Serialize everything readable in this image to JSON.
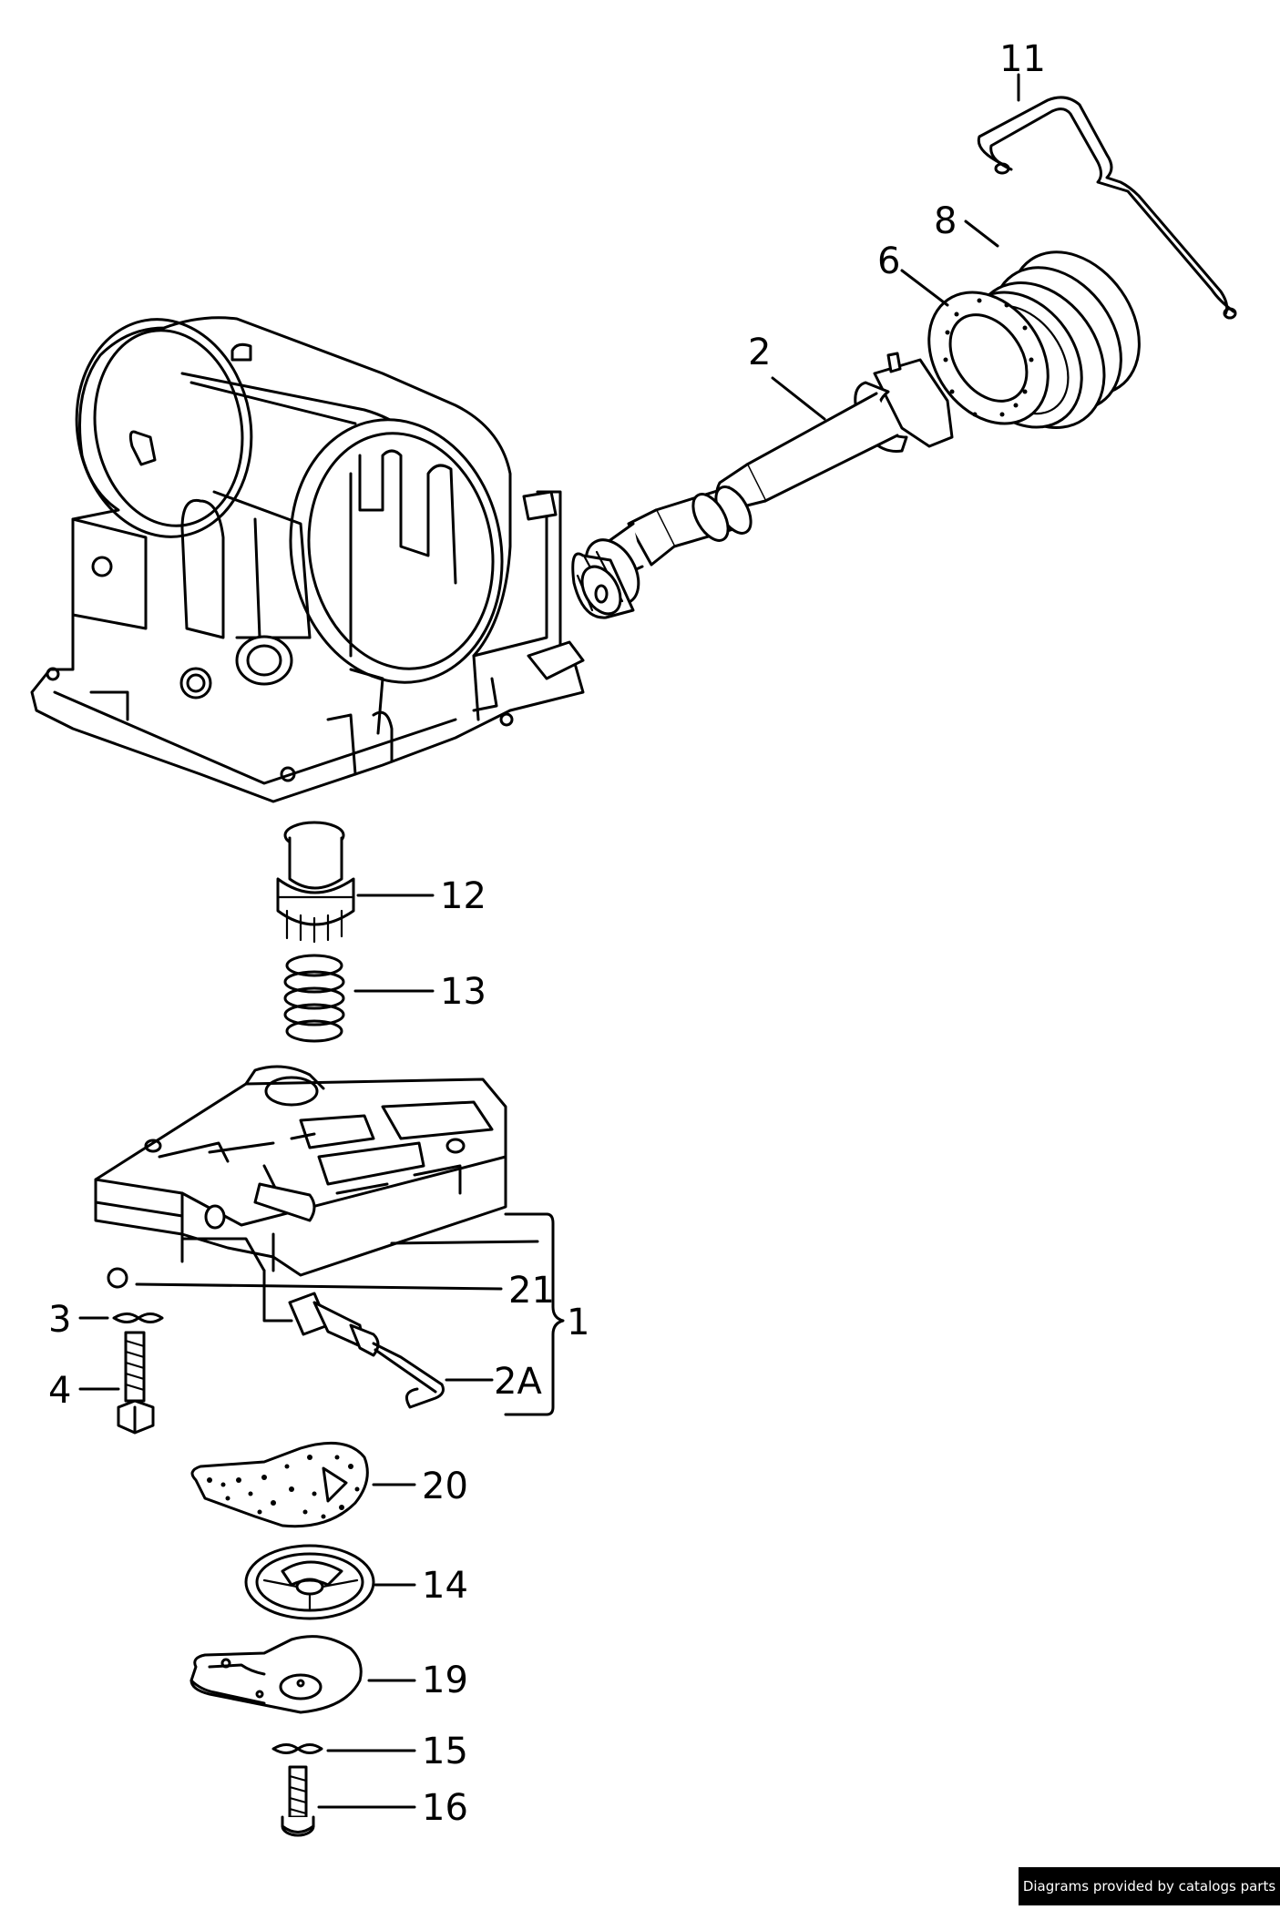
{
  "callouts": [
    {
      "id": "c11",
      "label": "11"
    },
    {
      "id": "c8",
      "label": "8"
    },
    {
      "id": "c6",
      "label": "6"
    },
    {
      "id": "c2",
      "label": "2"
    },
    {
      "id": "c12",
      "label": "12"
    },
    {
      "id": "c13",
      "label": "13"
    },
    {
      "id": "c21",
      "label": "21"
    },
    {
      "id": "c1",
      "label": "1"
    },
    {
      "id": "c3",
      "label": "3"
    },
    {
      "id": "c4",
      "label": "4"
    },
    {
      "id": "c2a",
      "label": "2A"
    },
    {
      "id": "c20",
      "label": "20"
    },
    {
      "id": "c14",
      "label": "14"
    },
    {
      "id": "c19",
      "label": "19"
    },
    {
      "id": "c15",
      "label": "15"
    },
    {
      "id": "c16",
      "label": "16"
    }
  ],
  "credit": "Diagrams provided by catalogs parts"
}
